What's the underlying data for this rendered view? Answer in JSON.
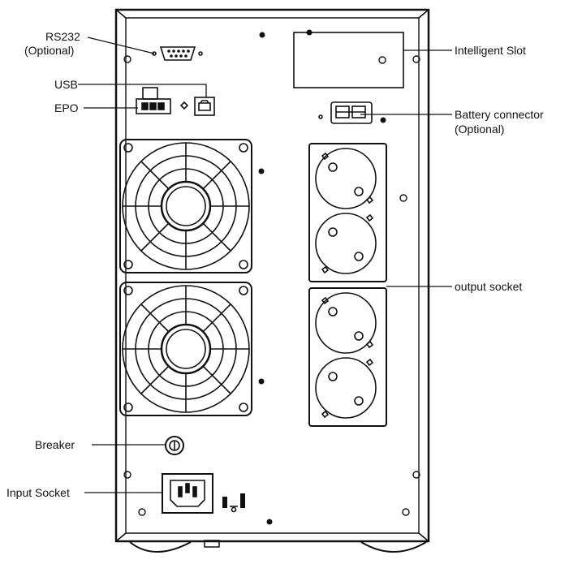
{
  "labels": {
    "rs232": "RS232",
    "rs232_sub": "(Optional)",
    "usb": "USB",
    "epo": "EPO",
    "breaker": "Breaker",
    "input_socket": "Input Socket",
    "intelligent_slot": "Intelligent Slot",
    "battery_connector": "Battery connector",
    "battery_connector_sub": "(Optional)",
    "output_socket": "output socket"
  },
  "colors": {
    "line": "#111111",
    "fill": "#ffffff"
  }
}
